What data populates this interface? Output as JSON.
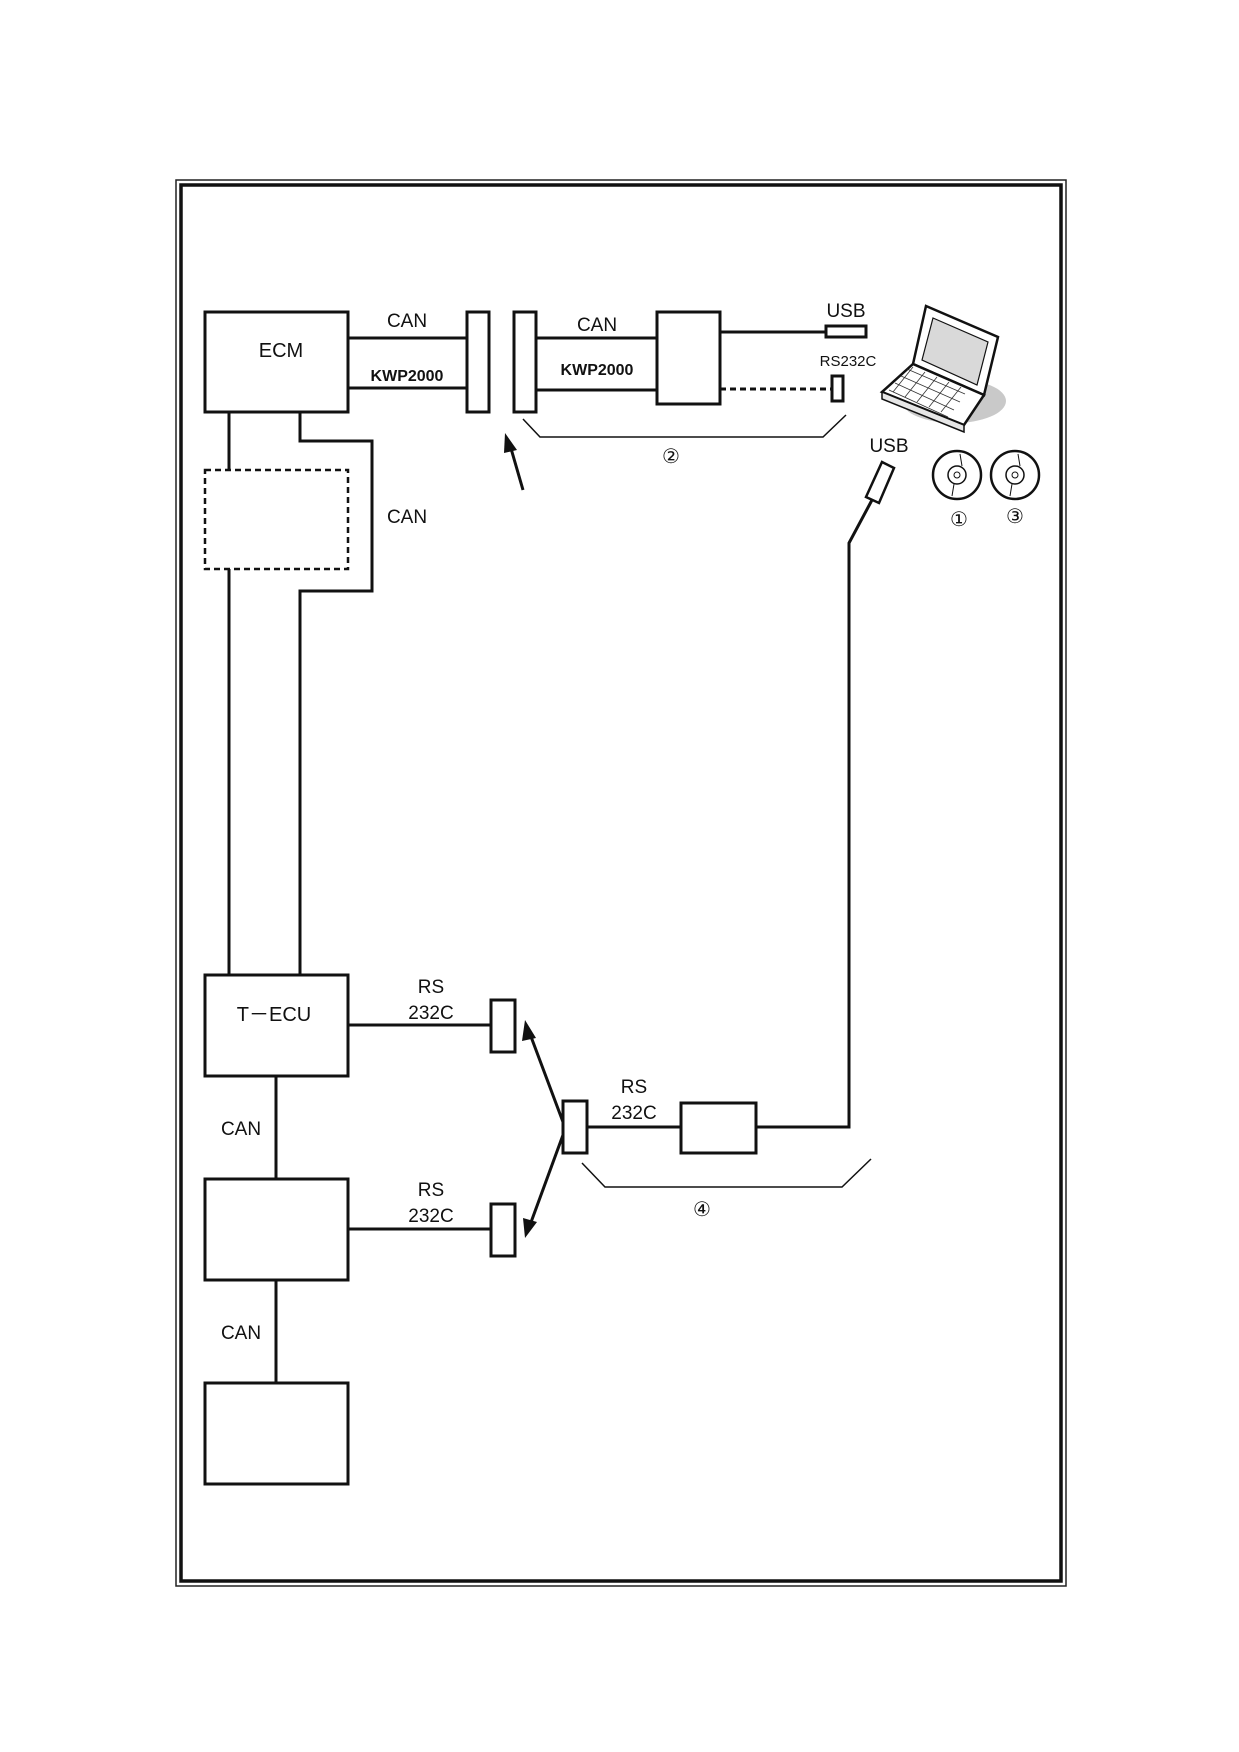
{
  "blocks": {
    "ecm": "ECM",
    "tecu": "T－ECU"
  },
  "labels": {
    "can_ecm_top": "CAN",
    "kwp_ecm": "KWP2000",
    "can_right_top": "CAN",
    "kwp_right": "KWP2000",
    "usb_top": "USB",
    "rs232c_top": "RS232C",
    "can_side": "CAN",
    "usb_laptop": "USB",
    "rs_tecu_1": "RS",
    "rs_tecu_2": "232C",
    "rs_mid_1": "RS",
    "rs_mid_2": "232C",
    "rs_low_1": "RS",
    "rs_low_2": "232C",
    "can_low_1": "CAN",
    "can_low_2": "CAN"
  },
  "callouts": {
    "c1": "①",
    "c2": "②",
    "c3": "③",
    "c4": "④"
  },
  "icons": {
    "laptop": "laptop-icon",
    "disc": "cd-disc-icon"
  }
}
